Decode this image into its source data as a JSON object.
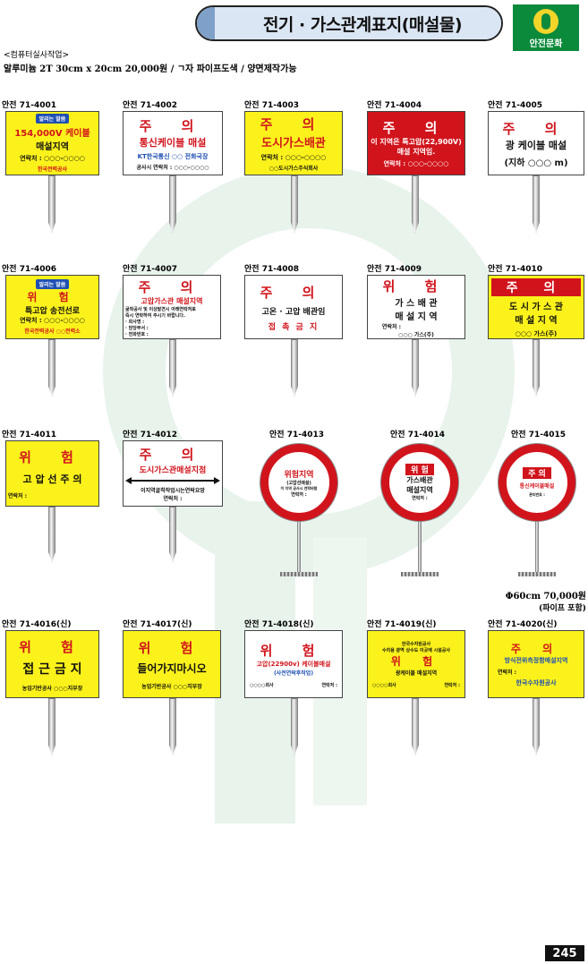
{
  "header": {
    "title": "전기 · 가스관계표지(매설물)",
    "logo_text": "안전문화"
  },
  "subheading": "<컴퓨터실사작업>",
  "specs": "알루미늄   2T 30cm x 20cm   20,000원 / ㄱ자 파이프도색 / 양면제작가능",
  "price_note": {
    "size": "Φ60cm  70,000원",
    "note": "(파이프 포함)"
  },
  "page_number": "245",
  "signs": [
    {
      "code": "안전 71-4001",
      "tag": "알리는 말씀",
      "l1": "154,000V 케이블",
      "l2": "매설지역",
      "l3": "연락처 : ○○○-○○○○",
      "l4": "한국전력공사"
    },
    {
      "code": "안전 71-4002",
      "h": "주 의",
      "l1": "통신케이블 매설",
      "l2": "KT한국통신 ○○ 전화국장",
      "l3": "공사시 연락처 : ○○○-○○○○"
    },
    {
      "code": "안전 71-4003",
      "h": "주 의",
      "l1": "도시가스배관",
      "l2": "연락처 : ○○○-○○○○",
      "l3": "○○도시가스주식회사"
    },
    {
      "code": "안전 71-4004",
      "h": "주 의",
      "l1": "이 지역은 특고압(22,900V)",
      "l2": "매설 지역임.",
      "l3": "연락처 : ○○○-○○○○"
    },
    {
      "code": "안전 71-4005",
      "h": "주 의",
      "l1": "광 케이블 매설",
      "l2": "(지하 ○○○ m)"
    },
    {
      "code": "안전 71-4006",
      "tag": "알리는 말씀",
      "h": "위 험",
      "l1": "특고압 송전선로",
      "l2": "연락처 : ○○○-○○○○",
      "l3": "한국전력공사  ○○전력소"
    },
    {
      "code": "안전 71-4007",
      "h": "주 의",
      "l1": "고압가스관 매설지역",
      "l2": "굴착공사 및 이상발견시 아래연락처로",
      "l3": "즉시 연락하여 주시기 바랍니다.",
      "l4": "· 회사명 :",
      "l5": "· 담당부서 :",
      "l6": "· 전화번호 :"
    },
    {
      "code": "안전 71-4008",
      "h": "주 의",
      "l1": "고온 · 고압 배관임",
      "l2": "접 촉 금 지"
    },
    {
      "code": "안전 71-4009",
      "h": "위 험",
      "l1": "가 스 배 관",
      "l2": "매 설 지 역",
      "l3": "연락처 :",
      "l4": "○○○ 가스(주)"
    },
    {
      "code": "안전 71-4010",
      "h": "주 의",
      "l1": "도 시 가 스 관",
      "l2": "매 설 지 역",
      "l3": "○○○ 가스(주)"
    },
    {
      "code": "안전 71-4011",
      "h": "위 험",
      "l1": "고 압 선 주 의",
      "l2": "연락처 :"
    },
    {
      "code": "안전 71-4012",
      "h": "주 의",
      "l1": "도시가스관매설지점",
      "l2": "이지역굴착작업시는연락요망",
      "l3": "연락처 :"
    },
    {
      "code": "안전 71-4013",
      "h": "위험지역",
      "l1": "(고압선매설)",
      "l2": "이 지역 공사시 연락바람",
      "l3": "연락처 :"
    },
    {
      "code": "안전 71-4014",
      "h": "위 험",
      "l1": "가스배관",
      "l2": "매설지역",
      "l3": "연락처 :"
    },
    {
      "code": "안전 71-4015",
      "h": "주 의",
      "l1": "통신케이블매설",
      "l2": "관리번호 :"
    },
    {
      "code": "안전 71-4016(신)",
      "h": "위 험",
      "l1": "접 근 금 지",
      "l2": "농업기반공사 ○○○지부장"
    },
    {
      "code": "안전 71-4017(신)",
      "h": "위 험",
      "l1": "들어가지마시오",
      "l2": "농업기반공사 ○○○지부장"
    },
    {
      "code": "안전 71-4018(신)",
      "h": "위 험",
      "l1": "고압(22900v) 케이블매설",
      "l2": "(사전연락후작업)",
      "l3": "○○○○회사",
      "l4": "연락처 :"
    },
    {
      "code": "안전 71-4019(신)",
      "h": "위 험",
      "l0": "한국수자원공사",
      "l0b": "수리용 광역 상수도 이곳에 시설공사",
      "l1": "광케이블 매설지역",
      "l2": "○○○○회사",
      "l3": "연락처 :"
    },
    {
      "code": "안전 71-4020(신)",
      "h": "주 의",
      "l1": "방식전위측정함매설지역",
      "l2": "연락처 :",
      "l3": "한국수자원공사"
    }
  ]
}
